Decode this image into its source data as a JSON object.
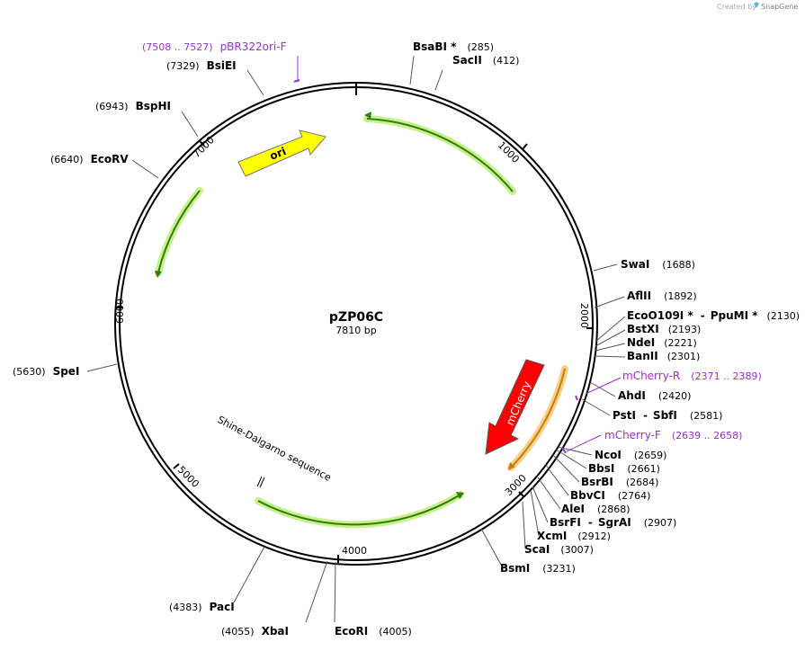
{
  "watermark": {
    "prefix": "Created by",
    "brand": "SnapGene"
  },
  "plasmid": {
    "name": "pZP06C",
    "length_label": "7810 bp",
    "length": 7810
  },
  "ticks": [
    {
      "label": "1000",
      "bp": 1000
    },
    {
      "label": "2000",
      "bp": 2000
    },
    {
      "label": "3000",
      "bp": 3000
    },
    {
      "label": "4000",
      "bp": 4000
    },
    {
      "label": "5000",
      "bp": 5000
    },
    {
      "label": "6000",
      "bp": 6000
    },
    {
      "label": "7000",
      "bp": 7000
    }
  ],
  "enzymes": {
    "bsabi": {
      "name": "BsaBI *",
      "pos": "(285)"
    },
    "sacii": {
      "name": "SacII",
      "pos": "(412)"
    },
    "swai": {
      "name": "SwaI",
      "pos": "(1688)"
    },
    "aflii": {
      "name": "AflII",
      "pos": "(1892)"
    },
    "eco": {
      "name": "EcoO109I *",
      "sep": "-",
      "name2": "PpuMI *",
      "pos": "(2130)"
    },
    "bstxi": {
      "name": "BstXI",
      "pos": "(2193)"
    },
    "ndei": {
      "name": "NdeI",
      "pos": "(2221)"
    },
    "banii": {
      "name": "BanII",
      "pos": "(2301)"
    },
    "ahdi": {
      "name": "AhdI",
      "pos": "(2420)"
    },
    "psti": {
      "name": "PstI",
      "sep": "-",
      "name2": "SbfI",
      "pos": "(2581)"
    },
    "ncoi": {
      "name": "NcoI",
      "pos": "(2659)"
    },
    "bbsi": {
      "name": "BbsI",
      "pos": "(2661)"
    },
    "bsrbi": {
      "name": "BsrBI",
      "pos": "(2684)"
    },
    "bbvci": {
      "name": "BbvCI",
      "pos": "(2764)"
    },
    "alei": {
      "name": "AleI",
      "pos": "(2868)"
    },
    "bsrfi": {
      "name": "BsrFI",
      "sep": "-",
      "name2": "SgrAI",
      "pos": "(2907)"
    },
    "xcmi": {
      "name": "XcmI",
      "pos": "(2912)"
    },
    "scai": {
      "name": "ScaI",
      "pos": "(3007)"
    },
    "bsmi": {
      "name": "BsmI",
      "pos": "(3231)"
    },
    "ecori": {
      "name": "EcoRI",
      "pos": "(4005)"
    },
    "xbai": {
      "name": "XbaI",
      "pos": "(4055)"
    },
    "paci": {
      "name": "PacI",
      "pos": "(4383)"
    },
    "spei": {
      "name": "SpeI",
      "pos": "(5630)"
    },
    "ecorv": {
      "name": "EcoRV",
      "pos": "(6640)"
    },
    "bsphi": {
      "name": "BspHI",
      "pos": "(6943)"
    },
    "bsiei": {
      "name": "BsiEI",
      "pos": "(7329)"
    }
  },
  "primers": {
    "pbr322": {
      "name": "pBR322ori-F",
      "range": "(7508 .. 7527)"
    },
    "mcherry_r": {
      "name": "mCherry-R",
      "range": "(2371 .. 2389)"
    },
    "mcherry_f": {
      "name": "mCherry-F",
      "range": "(2639 .. 2658)"
    }
  },
  "features": {
    "ori": {
      "label": "ori",
      "color": "#ffff00"
    },
    "mcherry": {
      "label": "mCherry",
      "color": "#ff0000"
    },
    "shine": {
      "label": "Shine-Dalgarno sequence"
    }
  },
  "colors": {
    "primer": "#9b30d0",
    "orf": "#2e7d0e",
    "orf_glow": "#c8f08c",
    "orf_orange": "#c87d00",
    "orange_glow": "#f5d08a"
  }
}
